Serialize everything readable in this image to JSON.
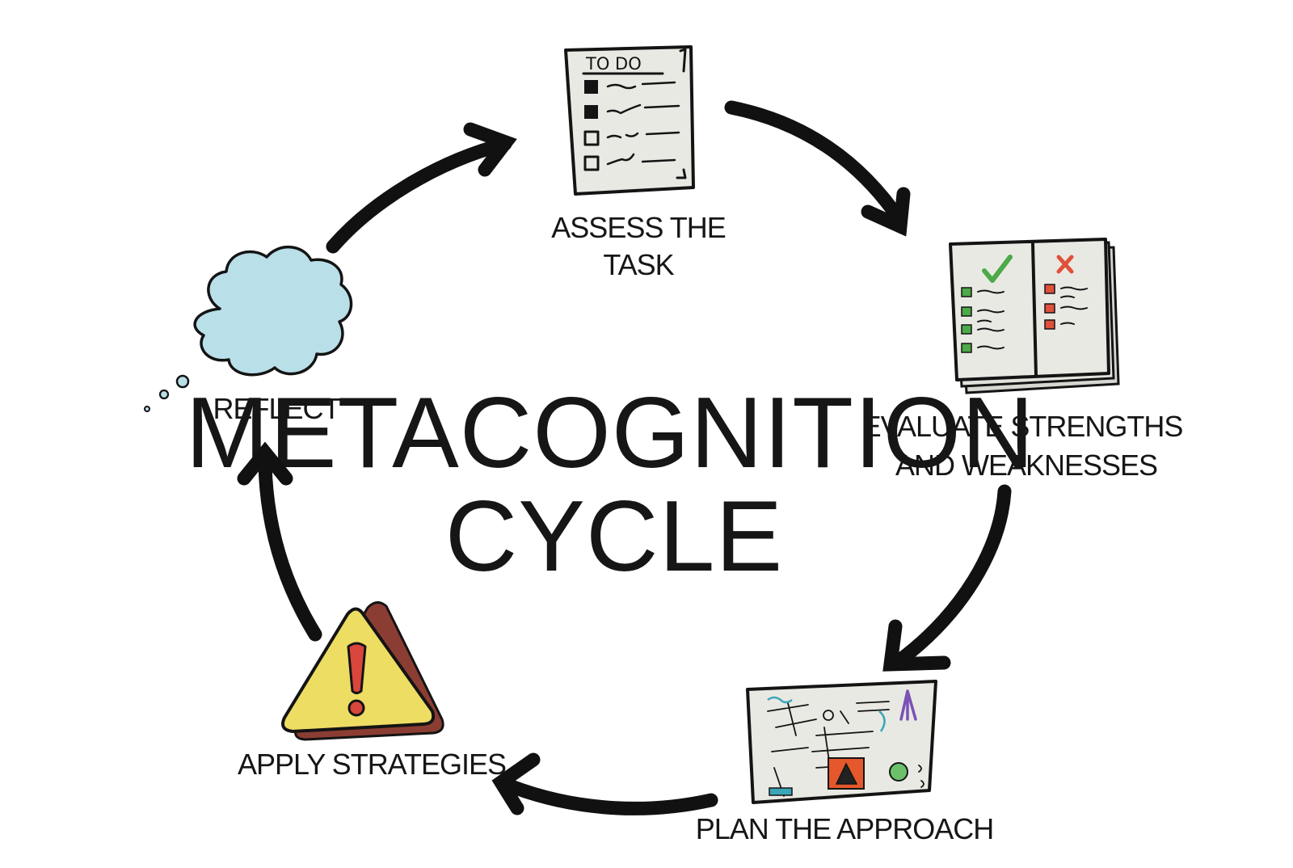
{
  "title": {
    "line1": "METACOGNITION",
    "line2": "CYCLE"
  },
  "steps": [
    {
      "id": "assess",
      "line1": "ASSESS THE",
      "line2": "TASK",
      "icon": "todo-list-icon",
      "icon_text": "TO DO"
    },
    {
      "id": "evaluate",
      "line1": "EVALUATE STRENGTHS",
      "line2": "AND WEAKNESSES",
      "icon": "pros-cons-book-icon"
    },
    {
      "id": "plan",
      "line1": "PLAN THE APPROACH",
      "icon": "plan-map-icon"
    },
    {
      "id": "apply",
      "line1": "APPLY STRATEGIES",
      "icon": "warning-sign-icon"
    },
    {
      "id": "reflect",
      "line1": "REFLECT",
      "icon": "thought-cloud-icon"
    }
  ],
  "colors": {
    "ink": "#141414",
    "paper": "#e9e9e4",
    "cloud": "#b9dfe9",
    "check_green": "#4caa48",
    "cross_red": "#e0503a",
    "warning_yellow": "#eedd63",
    "warning_back": "#8c3d33",
    "exclamation_red": "#d9463c",
    "plan_orange": "#e4582c",
    "plan_purple": "#7a52b5",
    "plan_teal": "#3aa6b8"
  }
}
